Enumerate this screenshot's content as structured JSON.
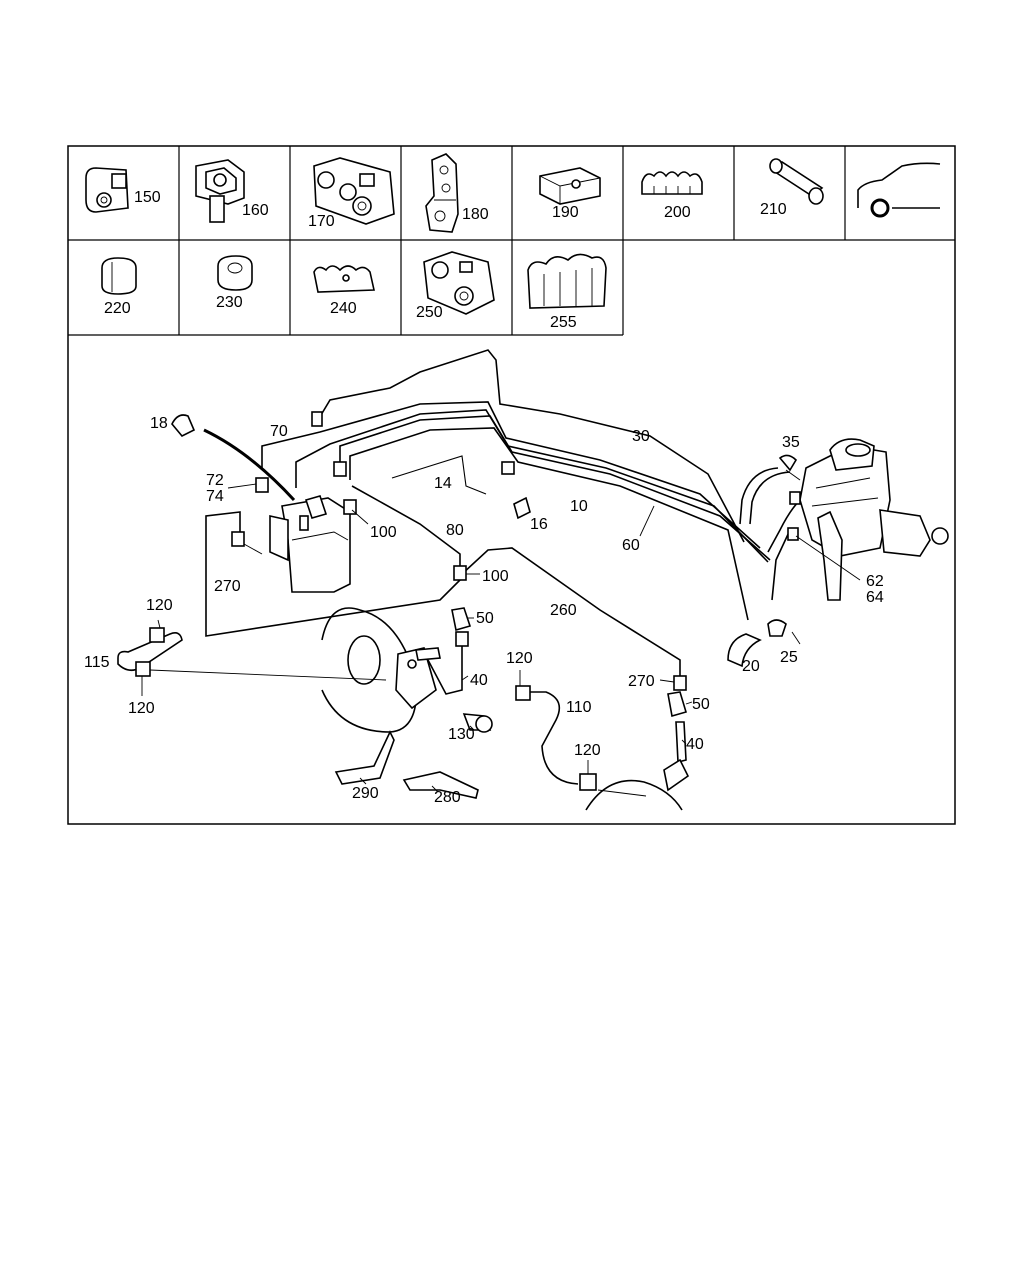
{
  "legend": {
    "row1": [
      {
        "label": "150",
        "icon": "clamp-single-icon"
      },
      {
        "label": "160",
        "icon": "bracket-clamp-icon"
      },
      {
        "label": "170",
        "icon": "triple-clamp-icon"
      },
      {
        "label": "180",
        "icon": "mounting-bracket-icon"
      },
      {
        "label": "190",
        "icon": "block-clip-icon"
      },
      {
        "label": "200",
        "icon": "multi-clip-icon"
      },
      {
        "label": "210",
        "icon": "sleeve-icon"
      },
      {
        "label": "",
        "icon": "car-silhouette-icon"
      }
    ],
    "row2": [
      {
        "label": "220",
        "icon": "split-sleeve-icon"
      },
      {
        "label": "230",
        "icon": "grommet-icon"
      },
      {
        "label": "240",
        "icon": "line-clip-icon"
      },
      {
        "label": "250",
        "icon": "double-clamp-icon"
      },
      {
        "label": "255",
        "icon": "cluster-clip-icon"
      }
    ]
  },
  "callouts": {
    "c18": "18",
    "c70": "70",
    "c72": "72",
    "c74": "74",
    "c14": "14",
    "c30": "30",
    "c35": "35",
    "c10": "10",
    "c16": "16",
    "c60": "60",
    "c100a": "100",
    "c80": "80",
    "c100b": "100",
    "c270a": "270",
    "c62": "62",
    "c64": "64",
    "c120a": "120",
    "c50a": "50",
    "c260": "260",
    "c115": "115",
    "c120b": "120",
    "c40a": "40",
    "c120c": "120",
    "c270b": "270",
    "c20": "20",
    "c25": "25",
    "c110": "110",
    "c50b": "50",
    "c130": "130",
    "c120d": "120",
    "c40b": "40",
    "c290": "290",
    "c280": "280"
  }
}
